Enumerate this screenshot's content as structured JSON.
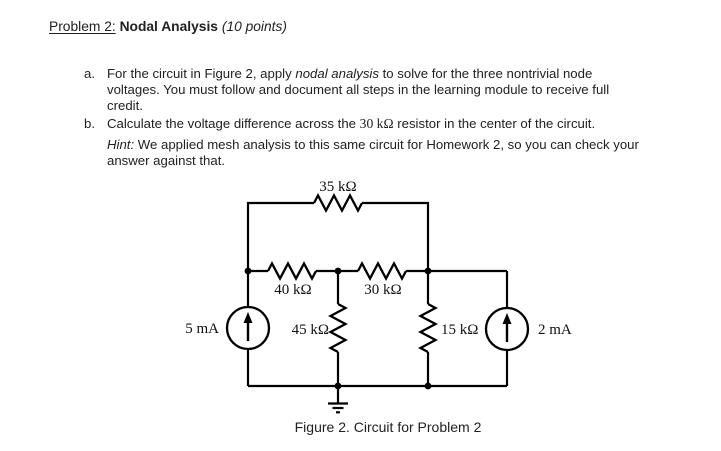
{
  "header": {
    "problem_label": "Problem 2:",
    "problem_title": "Nodal Analysis",
    "points": "(10 points)"
  },
  "tasks": {
    "a": {
      "label": "a.",
      "line1_pre": "For the circuit in Figure 2, apply ",
      "line1_italic": "nodal analysis",
      "line1_post": " to solve for the three nontrivial node",
      "line2": "voltages. You must follow and document all steps in the learning module to receive full",
      "line3": "credit."
    },
    "b": {
      "label": "b.",
      "line1_pre": "Calculate the voltage difference across the ",
      "line1_value": "30 kΩ",
      "line1_post": " resistor in the center of the circuit.",
      "hint_label": "Hint:",
      "hint_line1": " We applied mesh analysis to this same circuit for Homework 2, so you can check your",
      "hint_line2": "answer against that."
    }
  },
  "circuit": {
    "resistor_35k": "35 kΩ",
    "resistor_40k": "40 kΩ",
    "resistor_30k": "30 kΩ",
    "resistor_45k": "45 kΩ",
    "resistor_15k": "15 kΩ",
    "source_left": "5 mA",
    "source_right": "2 mA",
    "caption": "Figure 2. Circuit for Problem 2",
    "line_color": "#000000"
  }
}
